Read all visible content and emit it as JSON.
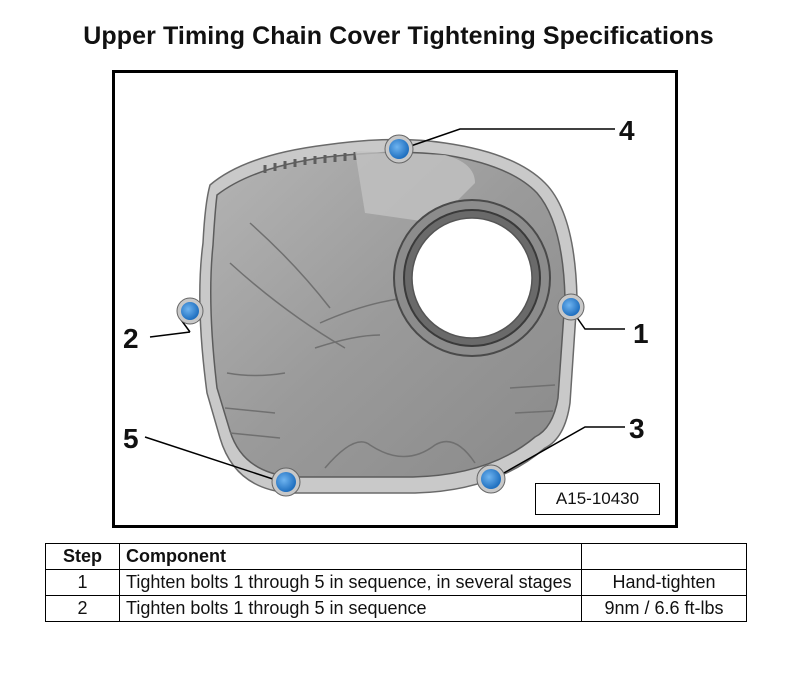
{
  "title": "Upper Timing Chain Cover Tightening Specifications",
  "figure": {
    "reference": "A15-10430",
    "callouts": [
      "1",
      "2",
      "3",
      "4",
      "5"
    ],
    "bolt_color": "#2e86d6"
  },
  "table": {
    "headers": [
      "Step",
      "Component",
      ""
    ],
    "rows": [
      {
        "step": "1",
        "component": "Tighten bolts 1 through 5 in sequence, in several stages",
        "value": "Hand-tighten"
      },
      {
        "step": "2",
        "component": "Tighten bolts 1 through 5 in sequence",
        "value": "9nm / 6.6 ft-lbs"
      }
    ]
  }
}
